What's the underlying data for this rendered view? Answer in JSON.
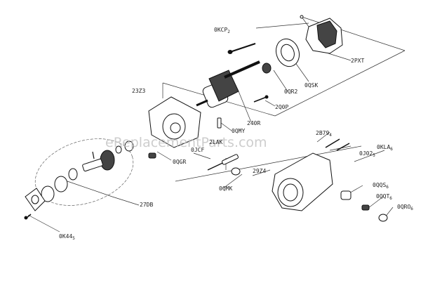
{
  "diagram": {
    "watermark": "eReplacementParts.com",
    "labels": {
      "okcp": "0KCP",
      "okcp_sub": "2",
      "pxt": "2PXT",
      "oqsk": "0QSK",
      "oqr2": "0QR2",
      "z3": "23Z3",
      "oqp": "2Q0P",
      "r240": "240R",
      "oqmy": "0QMY",
      "ojcf": "0JCF",
      "lak": "2LAK",
      "oqgr": "0QGR",
      "db": "27DB",
      "ok44": "0K44",
      "ok44_sub": "5",
      "b79": "2B79",
      "b79_sub": "4",
      "okla": "0KLA",
      "okla_sub": "6",
      "oj02": "0J02",
      "oj02_sub": "5",
      "z4": "29Z4",
      "oqmk": "0QMK",
      "oqqs": "0QQS",
      "oqqs_sub": "6",
      "oqqt": "0QQT",
      "oqqt_sub": "6",
      "oqro": "0QRO",
      "oqro_sub": "6"
    }
  }
}
